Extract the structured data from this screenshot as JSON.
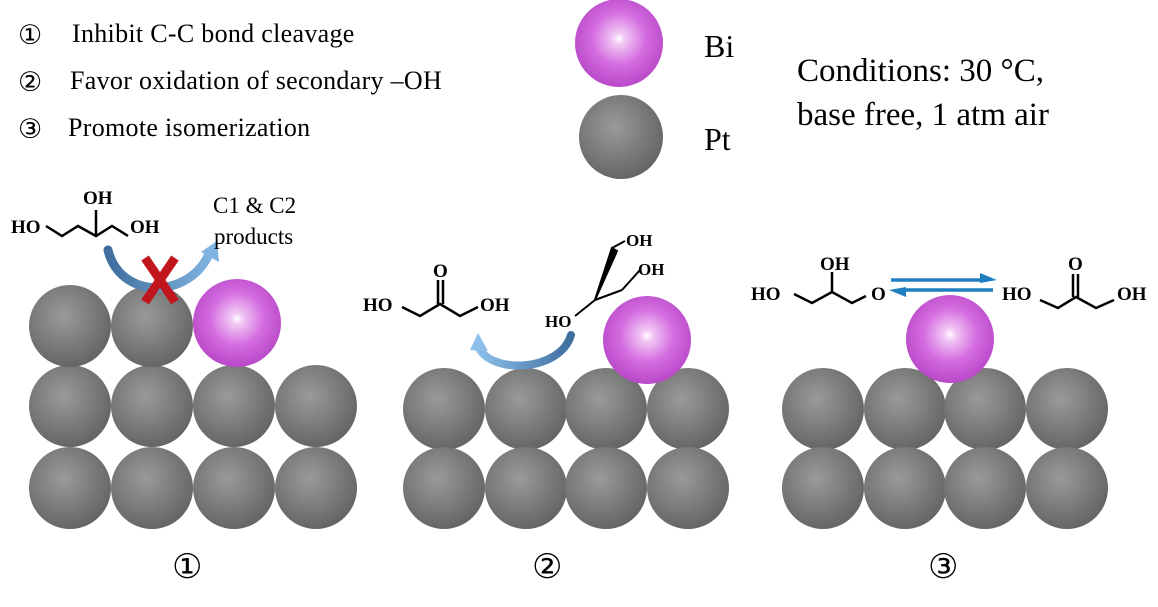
{
  "legend": {
    "items": [
      {
        "num": "①",
        "text": "Inhibit C-C bond cleavage"
      },
      {
        "num": "②",
        "text": "Favor oxidation of secondary –OH"
      },
      {
        "num": "③",
        "text": "Promote isomerization"
      }
    ]
  },
  "atoms": {
    "bi_label": "Bi",
    "pt_label": "Pt",
    "bi_color": "#cc55dd",
    "pt_color": "#7a7a7a"
  },
  "conditions": {
    "line1": "Conditions: 30 °C,",
    "line2": "base free, 1 atm air"
  },
  "panel1": {
    "num": "①",
    "mol_oh_top": "OH",
    "mol_ho_left": "HO",
    "mol_oh_right": "OH",
    "products_line1": "C1 & C2",
    "products_line2": "products",
    "cross_color": "#c0161c"
  },
  "panel2": {
    "num": "②",
    "dha_o": "O",
    "dha_ho": "HO",
    "dha_oh": "OH",
    "ads_oh_top": "OH",
    "ads_oh_mid": "OH",
    "ads_ho": "HO"
  },
  "panel3": {
    "num": "③",
    "gla_oh": "OH",
    "gla_ho": "HO",
    "gla_o": "O",
    "dha_o": "O",
    "dha_ho": "HO",
    "dha_oh": "OH",
    "arrow_color": "#1f7fc0"
  }
}
